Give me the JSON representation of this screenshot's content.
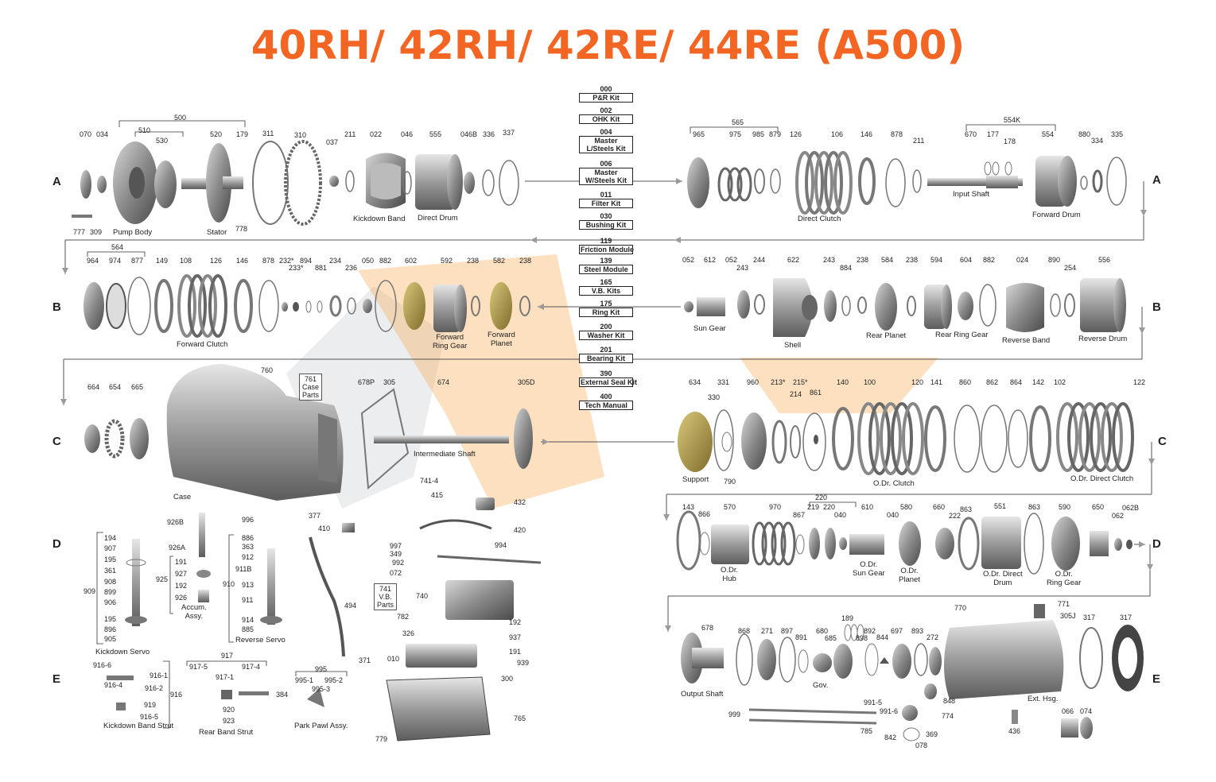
{
  "title": "40RH/ 42RH/ 42RE/ 44RE (A500)",
  "colors": {
    "title": "#f26522",
    "part": "#9a9a9a",
    "part_dark": "#5a5a5a",
    "line": "#555555",
    "watermark": "#f7a74a",
    "watermark_gray": "#c9ccd1"
  },
  "kits": [
    {
      "num": "000",
      "label": "P&R Kit"
    },
    {
      "num": "002",
      "label": "OHK Kit"
    },
    {
      "num": "004",
      "label": "Master\nL/Steels Kit"
    },
    {
      "num": "006",
      "label": "Master\nW/Steels Kit"
    },
    {
      "num": "011",
      "label": "Filter Kit"
    },
    {
      "num": "030",
      "label": "Bushing Kit"
    },
    {
      "num": "119",
      "label": "Friction Module"
    },
    {
      "num": "139",
      "label": "Steel Module"
    },
    {
      "num": "165",
      "label": "V.B. Kits"
    },
    {
      "num": "175",
      "label": "Ring Kit"
    },
    {
      "num": "200",
      "label": "Washer Kit"
    },
    {
      "num": "201",
      "label": "Bearing Kit"
    },
    {
      "num": "390",
      "label": "External Seal Kit"
    },
    {
      "num": "400",
      "label": "Tech Manual"
    }
  ],
  "rows": [
    "A",
    "B",
    "C",
    "D",
    "E"
  ],
  "part_numbers": [
    "070",
    "034",
    "510",
    "500",
    "530",
    "520",
    "179",
    "311",
    "310",
    "037",
    "211",
    "022",
    "046",
    "555",
    "046B",
    "336",
    "337",
    "777",
    "309",
    "778",
    "565",
    "965",
    "975",
    "985",
    "879",
    "126",
    "106",
    "146",
    "878",
    "211",
    "554K",
    "670",
    "177",
    "178",
    "554",
    "880",
    "334",
    "335",
    "564",
    "964",
    "974",
    "877",
    "149",
    "108",
    "126",
    "146",
    "878",
    "232*",
    "233*",
    "894",
    "881",
    "234",
    "236",
    "050",
    "882",
    "602",
    "592",
    "238",
    "582",
    "238",
    "052",
    "612",
    "052",
    "243",
    "244",
    "622",
    "243",
    "884",
    "238",
    "584",
    "238",
    "594",
    "604",
    "882",
    "024",
    "890",
    "254",
    "556",
    "664",
    "654",
    "665",
    "760",
    "678P",
    "305",
    "674",
    "305D",
    "634",
    "331",
    "330",
    "960",
    "213*",
    "215*",
    "214",
    "861",
    "140",
    "100",
    "120",
    "141",
    "860",
    "862",
    "864",
    "142",
    "102",
    "122",
    "790",
    "741-4",
    "415",
    "432",
    "420",
    "996",
    "377",
    "410",
    "926B",
    "926A",
    "194",
    "907",
    "195",
    "361",
    "908",
    "906",
    "899",
    "909",
    "195",
    "896",
    "905",
    "191",
    "927",
    "192",
    "926",
    "925",
    "886",
    "363",
    "912",
    "911B",
    "913",
    "911",
    "914",
    "885",
    "910",
    "997",
    "349",
    "992",
    "072",
    "994",
    "494",
    "371",
    "740",
    "782",
    "326",
    "192",
    "937",
    "191",
    "010",
    "939",
    "300",
    "765",
    "779",
    "143",
    "866",
    "570",
    "970",
    "220",
    "867",
    "219",
    "220",
    "040",
    "610",
    "040",
    "580",
    "660",
    "863",
    "222",
    "551",
    "863",
    "590",
    "650",
    "062B",
    "062",
    "916-6",
    "916-1",
    "916-4",
    "916-2",
    "916",
    "919",
    "916-5",
    "917",
    "917-5",
    "917-1",
    "917-4",
    "384",
    "920",
    "923",
    "995",
    "995-1",
    "995-2",
    "995-3",
    "678",
    "868",
    "271",
    "897",
    "891",
    "680",
    "189",
    "898",
    "892",
    "685",
    "844",
    "697",
    "893",
    "272",
    "770",
    "771",
    "305J",
    "317",
    "317",
    "991-5",
    "848",
    "991-6",
    "774",
    "785",
    "842",
    "369",
    "078",
    "436",
    "066",
    "074",
    "999"
  ],
  "captions": {
    "pump_body": "Pump Body",
    "stator": "Stator",
    "kickdown_band": "Kickdown Band",
    "direct_drum": "Direct Drum",
    "direct_clutch": "Direct Clutch",
    "input_shaft": "Input Shaft",
    "forward_drum": "Forward Drum",
    "forward_clutch": "Forward Clutch",
    "forward_ring_gear": "Forward\nRing Gear",
    "forward_planet": "Forward\nPlanet",
    "sun_gear": "Sun Gear",
    "shell": "Shell",
    "rear_planet": "Rear Planet",
    "rear_ring_gear": "Rear Ring Gear",
    "reverse_band": "Reverse Band",
    "reverse_drum": "Reverse Drum",
    "case": "Case",
    "case_parts": "761\nCase\nParts",
    "intermediate_shaft": "Intermediate Shaft",
    "support": "Support",
    "od_clutch": "O.Dr. Clutch",
    "od_direct_clutch": "O.Dr. Direct Clutch",
    "kickdown_servo": "Kickdown Servo",
    "accum_assy": "Accum.\nAssy.",
    "reverse_servo": "Reverse Servo",
    "vb_parts": "741\nV.B.\nParts",
    "od_hub": "O.Dr.\nHub",
    "od_sun_gear": "O.Dr.\nSun Gear",
    "od_planet": "O.Dr.\nPlanet",
    "od_direct_drum": "O.Dr. Direct\nDrum",
    "od_ring_gear": "O.Dr.\nRing Gear",
    "kickdown_band_strut": "Kickdown Band Strut",
    "rear_band_strut": "Rear Band Strut",
    "park_pawl_assy": "Park Pawl Assy.",
    "output_shaft": "Output Shaft",
    "gov": "Gov.",
    "ext_hsg": "Ext. Hsg."
  }
}
